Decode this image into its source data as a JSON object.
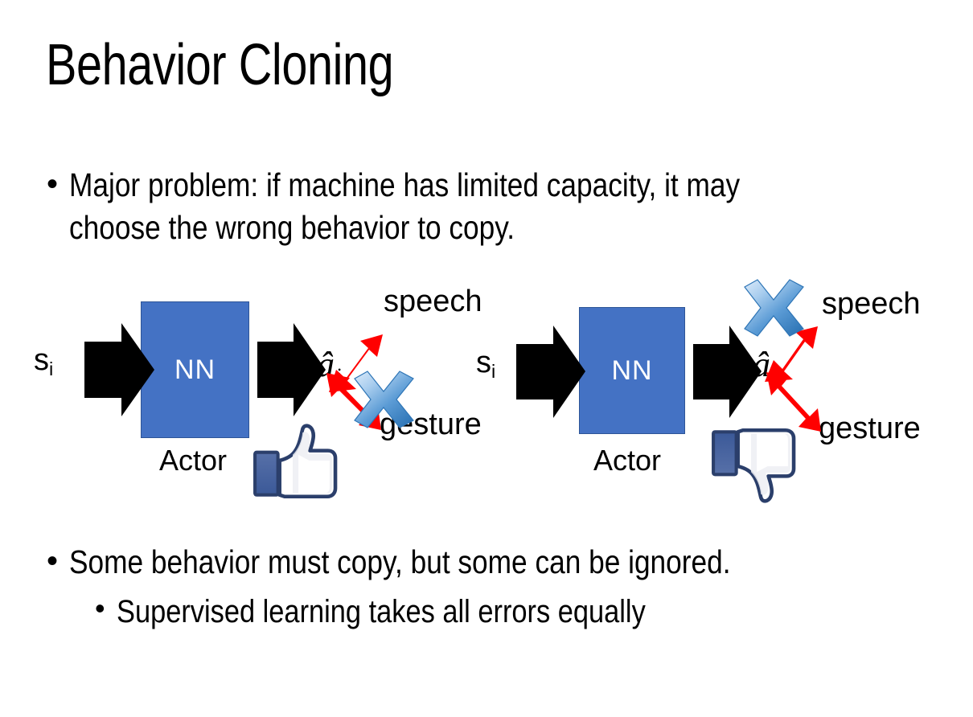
{
  "slide": {
    "title": "Behavior Cloning",
    "background_color": "#FFFFFF"
  },
  "bullets": {
    "top": "Major problem: if machine has limited capacity, it may choose the wrong behavior to copy.",
    "middle": "Some behavior must copy, but some can be ignored.",
    "sub": "Supervised learning takes all errors equally",
    "marker": "•"
  },
  "colors": {
    "nn_box_fill": "#4472C4",
    "nn_box_border": "#2E5597",
    "arrow_black": "#000000",
    "arrow_red": "#FF0000",
    "cross_blue_light": "#C9DEF5",
    "cross_blue_mid": "#6FA8DC",
    "cross_blue_dark": "#2E75B6",
    "thumb_blue": "#3B5998",
    "thumb_white": "#FFFFFF",
    "thumb_shadow": "#E3E6EC",
    "text_black": "#000000",
    "nn_text": "#FFFFFF"
  },
  "diagrams": [
    {
      "id": "left",
      "state_label": "s",
      "state_sub": "i",
      "nn_label": "NN",
      "nn_caption": "Actor",
      "action_label": "â",
      "action_sub": "i",
      "output_top": "speech",
      "output_bottom": "gesture",
      "crossed_output": "gesture",
      "feedback_icon": "thumbs-up-icon",
      "feedback_meaning": "like"
    },
    {
      "id": "right",
      "state_label": "s",
      "state_sub": "i",
      "nn_label": "NN",
      "nn_caption": "Actor",
      "action_label": "â",
      "action_sub": "i",
      "output_top": "speech",
      "output_bottom": "gesture",
      "crossed_output": "speech",
      "feedback_icon": "thumbs-down-icon",
      "feedback_meaning": "dislike"
    }
  ]
}
